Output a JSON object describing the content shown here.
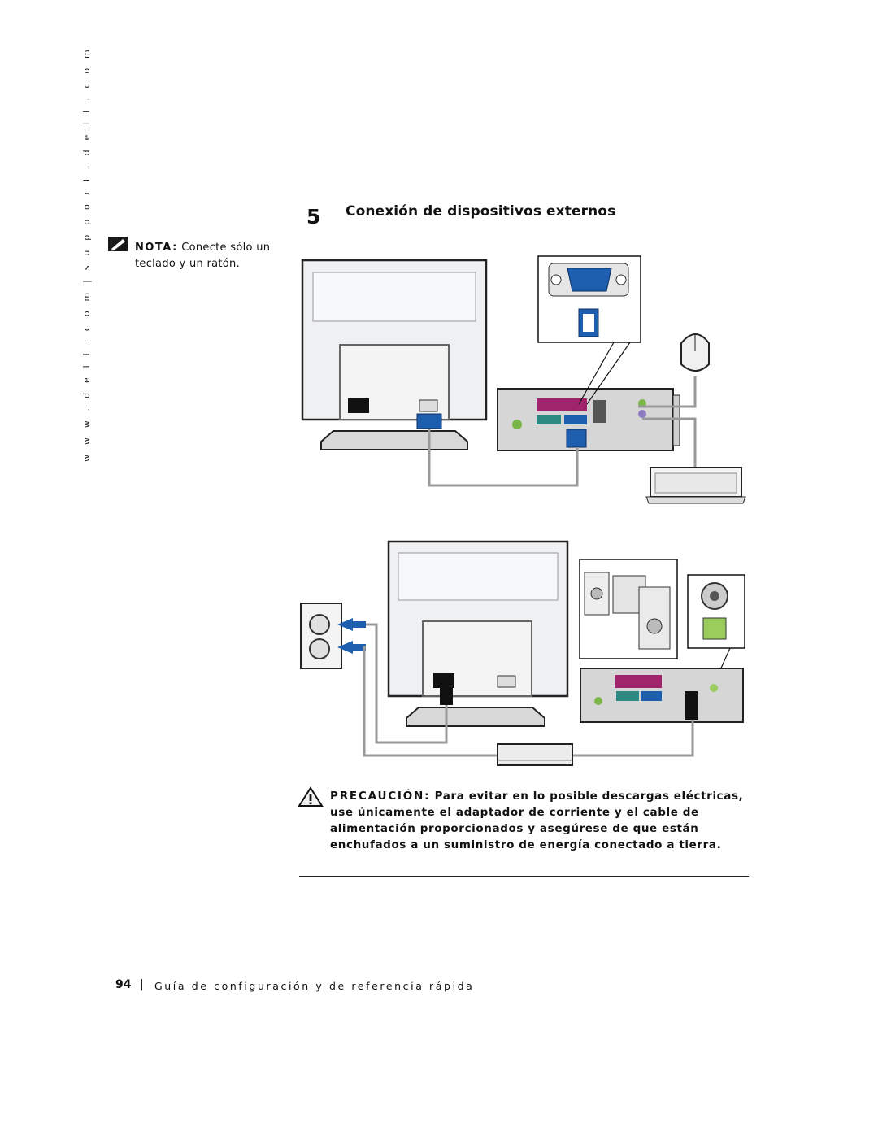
{
  "sidebar": {
    "url": "w w w . d e l l . c o m  |  s u p p o r t . d e l l . c o m"
  },
  "note": {
    "label": "NOTA:",
    "text": " Conecte sólo un teclado y un ratón."
  },
  "step": {
    "number": "5",
    "title": "Conexión de dispositivos externos"
  },
  "figure": {
    "icons": [
      "monitor-icon",
      "vga-connector-icon",
      "mouse-icon",
      "keyboard-icon",
      "computer-rear-panel-icon",
      "speakers-icon",
      "audio-jack-icon",
      "wall-outlet-icon",
      "power-adapter-icon"
    ]
  },
  "caution": {
    "label": "PRECAUCIÓN:",
    "text": " Para evitar en lo posible descargas eléctricas, use únicamente el adaptador de corriente y el cable de alimentación proporcionados y asegúrese de que están enchufados a un suministro de energía conectado a tierra."
  },
  "footer": {
    "page_number": "94",
    "separator": "|",
    "title": "Guía de configuración y de referencia rápida"
  }
}
